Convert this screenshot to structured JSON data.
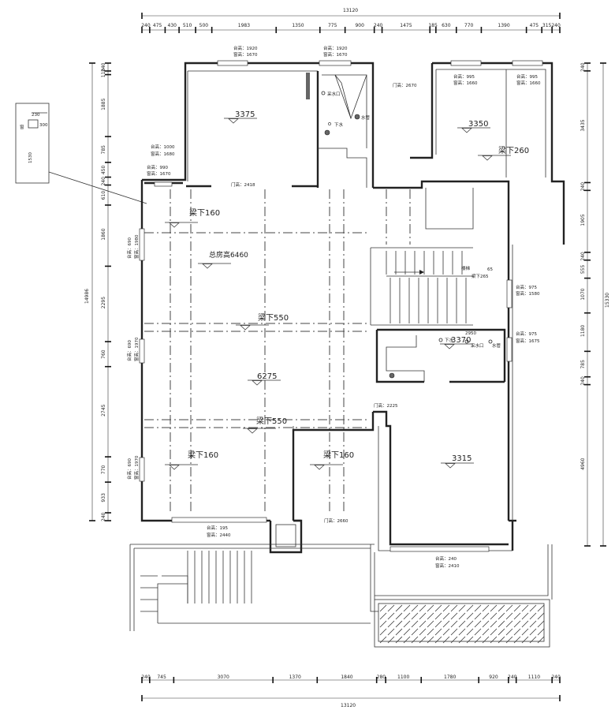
{
  "dimensions": {
    "overall_width": "13120",
    "overall_width_bottom": "13120",
    "top_segments": [
      "240",
      "475",
      "430",
      "510",
      "500",
      "1983",
      "1350",
      "775",
      "900",
      "240",
      "1475",
      "185",
      "630",
      "770",
      "1390",
      "475",
      "315",
      "240"
    ],
    "bottom_segments": [
      "240",
      "745",
      "3070",
      "1370",
      "1840",
      "280",
      "1100",
      "1780",
      "920",
      "240",
      "1110",
      "240"
    ],
    "left_total": "14986",
    "left_segments": [
      "240",
      "110",
      "1885",
      "785",
      "450",
      "240",
      "610",
      "1860",
      "2295",
      "760",
      "2745",
      "770",
      "933",
      "240"
    ],
    "right_total": "15330",
    "right_segments": [
      "240",
      "3435",
      "240",
      "1905",
      "240",
      "555",
      "1070",
      "1180",
      "785",
      "240",
      "4960"
    ]
  },
  "rooms": {
    "r3375": "3375",
    "r3350": "3350",
    "r6275": "6275",
    "r3370": "3370",
    "r3315": "3315",
    "total_height": "总房高6460"
  },
  "beams": {
    "b160_1": "梁下160",
    "b550_1": "梁下550",
    "b550_2": "梁下550",
    "b160_2": "梁下160",
    "b160_3": "梁下160",
    "b260": "梁下260"
  },
  "doors": {
    "d2670": "门高：2670",
    "d2418": "门高：2418",
    "d2225": "门高：2225",
    "d2660": "门高：2660"
  },
  "windows": {
    "w_top1_sill": "台高：1920",
    "w_top1_head": "窗高：1670",
    "w_top2_sill": "台高：1920",
    "w_top2_head": "窗高：1670",
    "w_tr1_sill": "台高：995",
    "w_tr1_head": "窗高：1660",
    "w_tr2_sill": "台高：995",
    "w_tr2_head": "窗高：1660",
    "w_l1_sill": "台高：1000",
    "w_l1_head": "窗高：1680",
    "w_l2_sill": "台高：990",
    "w_l2_head": "窗高：1670",
    "w_v1_sill": "台高：690",
    "w_v1_head": "窗高：1980",
    "w_v2_sill": "台高：690",
    "w_v2_head": "窗高：1970",
    "w_v3_sill": "台高：690",
    "w_v3_head": "窗高：1970",
    "w_r1_sill": "台高：975",
    "w_r1_head": "窗高：1580",
    "w_r2_sill": "台高：975",
    "w_r2_head": "窗高：1675",
    "w_b1_sill": "台高：195",
    "w_b1_head": "窗高：2440",
    "w_b2_sill": "台高：240",
    "w_b2_head": "窗高：2410"
  },
  "fixtures": {
    "water1": "水管",
    "water2": "水管",
    "supply1": "采水口",
    "supply2": "采水口",
    "drain1": "下水",
    "drain2": "下水",
    "stair_label": "楼梯",
    "stair_sub": "梁下265",
    "elev_2950": "2950",
    "elev_65": "65"
  },
  "detail": {
    "num_230": "230",
    "num_300": "300",
    "num_1530": "1530",
    "label": "窗"
  }
}
